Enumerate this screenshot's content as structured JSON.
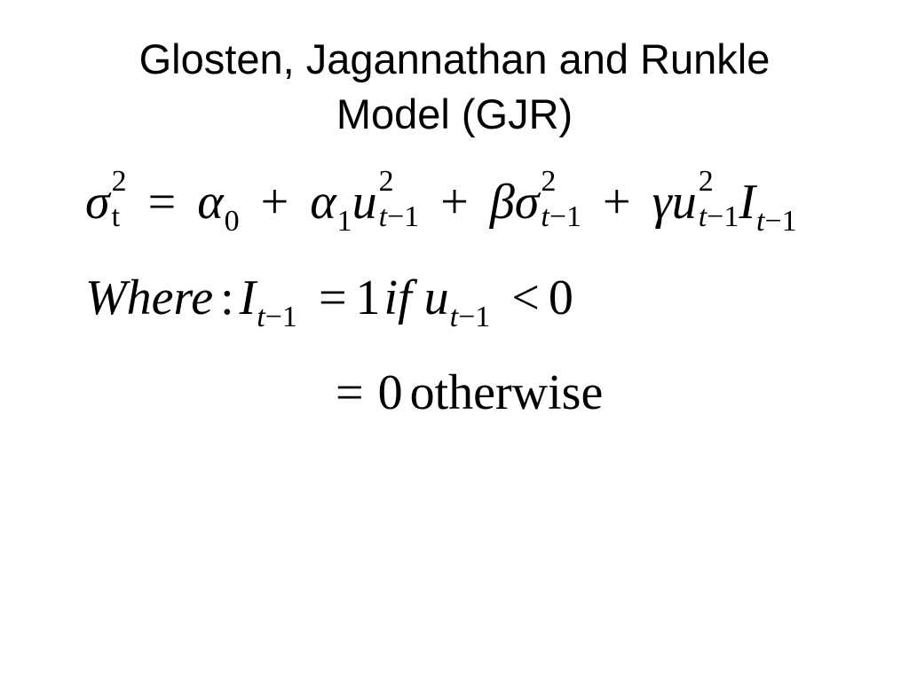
{
  "title": {
    "line1": "Glosten, Jagannathan and Runkle",
    "line2": "Model (GJR)"
  },
  "equation1": {
    "sigma": "σ",
    "t": "t",
    "two": "2",
    "equals": "=",
    "alpha": "α",
    "zero": "0",
    "plus": "+",
    "one": "1",
    "u": "u",
    "t_minus_1_t": "t",
    "minus_1": "−1",
    "beta": "β",
    "gamma": "γ",
    "I": "I"
  },
  "equation2": {
    "where": "Where",
    "colon": ":",
    "I": "I",
    "t": "t",
    "minus_1": "−1",
    "equals": "=",
    "one": "1",
    "if": "if",
    "u": "u",
    "less_than": "<",
    "zero": "0"
  },
  "equation3": {
    "equals": "=",
    "zero": "0",
    "otherwise": "otherwise"
  }
}
